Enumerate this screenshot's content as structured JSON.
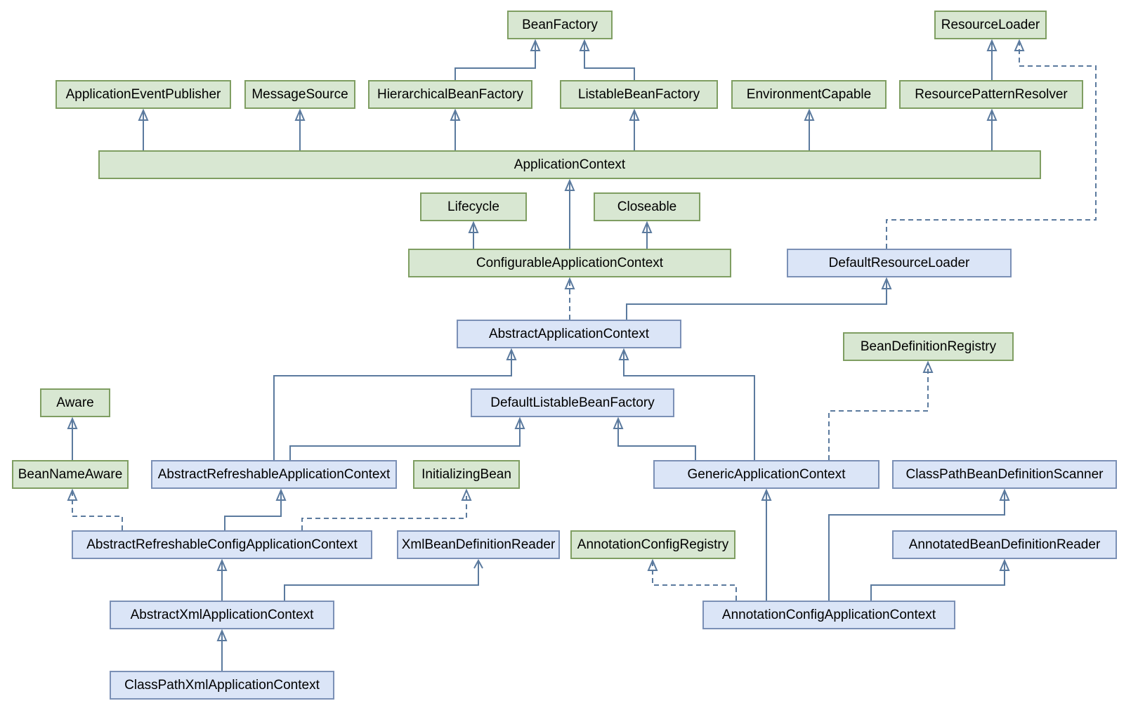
{
  "diagram": {
    "kind": "uml-class-diagram",
    "colors": {
      "interface_fill": "#d8e7d2",
      "interface_border": "#7f9e62",
      "class_fill": "#dbe5f7",
      "class_border": "#7b90b6",
      "edge": "#5b7a9e",
      "text": "#000000",
      "background": "#ffffff"
    },
    "nodes": [
      {
        "id": "bean-factory",
        "label": "BeanFactory",
        "kind": "interface"
      },
      {
        "id": "resource-loader",
        "label": "ResourceLoader",
        "kind": "interface"
      },
      {
        "id": "application-event-publisher",
        "label": "ApplicationEventPublisher",
        "kind": "interface"
      },
      {
        "id": "message-source",
        "label": "MessageSource",
        "kind": "interface"
      },
      {
        "id": "hierarchical-bean-factory",
        "label": "HierarchicalBeanFactory",
        "kind": "interface"
      },
      {
        "id": "listable-bean-factory",
        "label": "ListableBeanFactory",
        "kind": "interface"
      },
      {
        "id": "environment-capable",
        "label": "EnvironmentCapable",
        "kind": "interface"
      },
      {
        "id": "resource-pattern-resolver",
        "label": "ResourcePatternResolver",
        "kind": "interface"
      },
      {
        "id": "application-context",
        "label": "ApplicationContext",
        "kind": "interface"
      },
      {
        "id": "lifecycle",
        "label": "Lifecycle",
        "kind": "interface"
      },
      {
        "id": "closeable",
        "label": "Closeable",
        "kind": "interface"
      },
      {
        "id": "configurable-application-context",
        "label": "ConfigurableApplicationContext",
        "kind": "interface"
      },
      {
        "id": "default-resource-loader",
        "label": "DefaultResourceLoader",
        "kind": "class"
      },
      {
        "id": "abstract-application-context",
        "label": "AbstractApplicationContext",
        "kind": "class"
      },
      {
        "id": "bean-definition-registry",
        "label": "BeanDefinitionRegistry",
        "kind": "interface"
      },
      {
        "id": "aware",
        "label": "Aware",
        "kind": "interface"
      },
      {
        "id": "default-listable-bean-factory",
        "label": "DefaultListableBeanFactory",
        "kind": "class"
      },
      {
        "id": "bean-name-aware",
        "label": "BeanNameAware",
        "kind": "interface"
      },
      {
        "id": "abstract-refreshable-application-context",
        "label": "AbstractRefreshableApplicationContext",
        "kind": "class"
      },
      {
        "id": "initializing-bean",
        "label": "InitializingBean",
        "kind": "interface"
      },
      {
        "id": "generic-application-context",
        "label": "GenericApplicationContext",
        "kind": "class"
      },
      {
        "id": "class-path-bean-definition-scanner",
        "label": "ClassPathBeanDefinitionScanner",
        "kind": "class"
      },
      {
        "id": "abstract-refreshable-config-application-context",
        "label": "AbstractRefreshableConfigApplicationContext",
        "kind": "class"
      },
      {
        "id": "xml-bean-definition-reader",
        "label": "XmlBeanDefinitionReader",
        "kind": "class"
      },
      {
        "id": "annotation-config-registry",
        "label": "AnnotationConfigRegistry",
        "kind": "interface"
      },
      {
        "id": "annotated-bean-definition-reader",
        "label": "AnnotatedBeanDefinitionReader",
        "kind": "class"
      },
      {
        "id": "abstract-xml-application-context",
        "label": "AbstractXmlApplicationContext",
        "kind": "class"
      },
      {
        "id": "annotation-config-application-context",
        "label": "AnnotationConfigApplicationContext",
        "kind": "class"
      },
      {
        "id": "class-path-xml-application-context",
        "label": "ClassPathXmlApplicationContext",
        "kind": "class"
      }
    ],
    "edges": [
      {
        "from": "hierarchical-bean-factory",
        "to": "bean-factory",
        "line": "solid",
        "arrow": "hollow-triangle"
      },
      {
        "from": "listable-bean-factory",
        "to": "bean-factory",
        "line": "solid",
        "arrow": "hollow-triangle"
      },
      {
        "from": "resource-pattern-resolver",
        "to": "resource-loader",
        "line": "solid",
        "arrow": "hollow-triangle"
      },
      {
        "from": "application-context",
        "to": "application-event-publisher",
        "line": "solid",
        "arrow": "hollow-triangle"
      },
      {
        "from": "application-context",
        "to": "message-source",
        "line": "solid",
        "arrow": "hollow-triangle"
      },
      {
        "from": "application-context",
        "to": "hierarchical-bean-factory",
        "line": "solid",
        "arrow": "hollow-triangle"
      },
      {
        "from": "application-context",
        "to": "listable-bean-factory",
        "line": "solid",
        "arrow": "hollow-triangle"
      },
      {
        "from": "application-context",
        "to": "environment-capable",
        "line": "solid",
        "arrow": "hollow-triangle"
      },
      {
        "from": "application-context",
        "to": "resource-pattern-resolver",
        "line": "solid",
        "arrow": "hollow-triangle"
      },
      {
        "from": "configurable-application-context",
        "to": "lifecycle",
        "line": "solid",
        "arrow": "hollow-triangle"
      },
      {
        "from": "configurable-application-context",
        "to": "application-context",
        "line": "solid",
        "arrow": "hollow-triangle"
      },
      {
        "from": "configurable-application-context",
        "to": "closeable",
        "line": "solid",
        "arrow": "hollow-triangle"
      },
      {
        "from": "abstract-application-context",
        "to": "default-resource-loader",
        "line": "solid",
        "arrow": "hollow-triangle"
      },
      {
        "from": "abstract-refreshable-application-context",
        "to": "abstract-application-context",
        "line": "solid",
        "arrow": "hollow-triangle"
      },
      {
        "from": "generic-application-context",
        "to": "abstract-application-context",
        "line": "solid",
        "arrow": "hollow-triangle"
      },
      {
        "from": "abstract-refreshable-application-context",
        "to": "default-listable-bean-factory",
        "line": "solid",
        "arrow": "hollow-triangle"
      },
      {
        "from": "generic-application-context",
        "to": "default-listable-bean-factory",
        "line": "solid",
        "arrow": "hollow-triangle"
      },
      {
        "from": "bean-name-aware",
        "to": "aware",
        "line": "solid",
        "arrow": "hollow-triangle"
      },
      {
        "from": "abstract-refreshable-config-application-context",
        "to": "abstract-refreshable-application-context",
        "line": "solid",
        "arrow": "hollow-triangle"
      },
      {
        "from": "abstract-xml-application-context",
        "to": "abstract-refreshable-config-application-context",
        "line": "solid",
        "arrow": "hollow-triangle"
      },
      {
        "from": "class-path-xml-application-context",
        "to": "abstract-xml-application-context",
        "line": "solid",
        "arrow": "hollow-triangle"
      },
      {
        "from": "annotation-config-application-context",
        "to": "generic-application-context",
        "line": "solid",
        "arrow": "hollow-triangle"
      },
      {
        "from": "annotation-config-application-context",
        "to": "class-path-bean-definition-scanner",
        "line": "solid",
        "arrow": "hollow-triangle"
      },
      {
        "from": "annotation-config-application-context",
        "to": "annotated-bean-definition-reader",
        "line": "solid",
        "arrow": "hollow-triangle"
      },
      {
        "from": "default-resource-loader",
        "to": "resource-loader",
        "line": "dashed",
        "arrow": "hollow-triangle"
      },
      {
        "from": "abstract-application-context",
        "to": "configurable-application-context",
        "line": "dashed",
        "arrow": "hollow-triangle"
      },
      {
        "from": "abstract-refreshable-config-application-context",
        "to": "bean-name-aware",
        "line": "dashed",
        "arrow": "hollow-triangle"
      },
      {
        "from": "abstract-refreshable-config-application-context",
        "to": "initializing-bean",
        "line": "dashed",
        "arrow": "hollow-triangle"
      },
      {
        "from": "generic-application-context",
        "to": "bean-definition-registry",
        "line": "dashed",
        "arrow": "hollow-triangle"
      },
      {
        "from": "annotation-config-application-context",
        "to": "annotation-config-registry",
        "line": "dashed",
        "arrow": "hollow-triangle"
      },
      {
        "from": "abstract-xml-application-context",
        "to": "xml-bean-definition-reader",
        "line": "solid",
        "arrow": "open"
      }
    ]
  }
}
